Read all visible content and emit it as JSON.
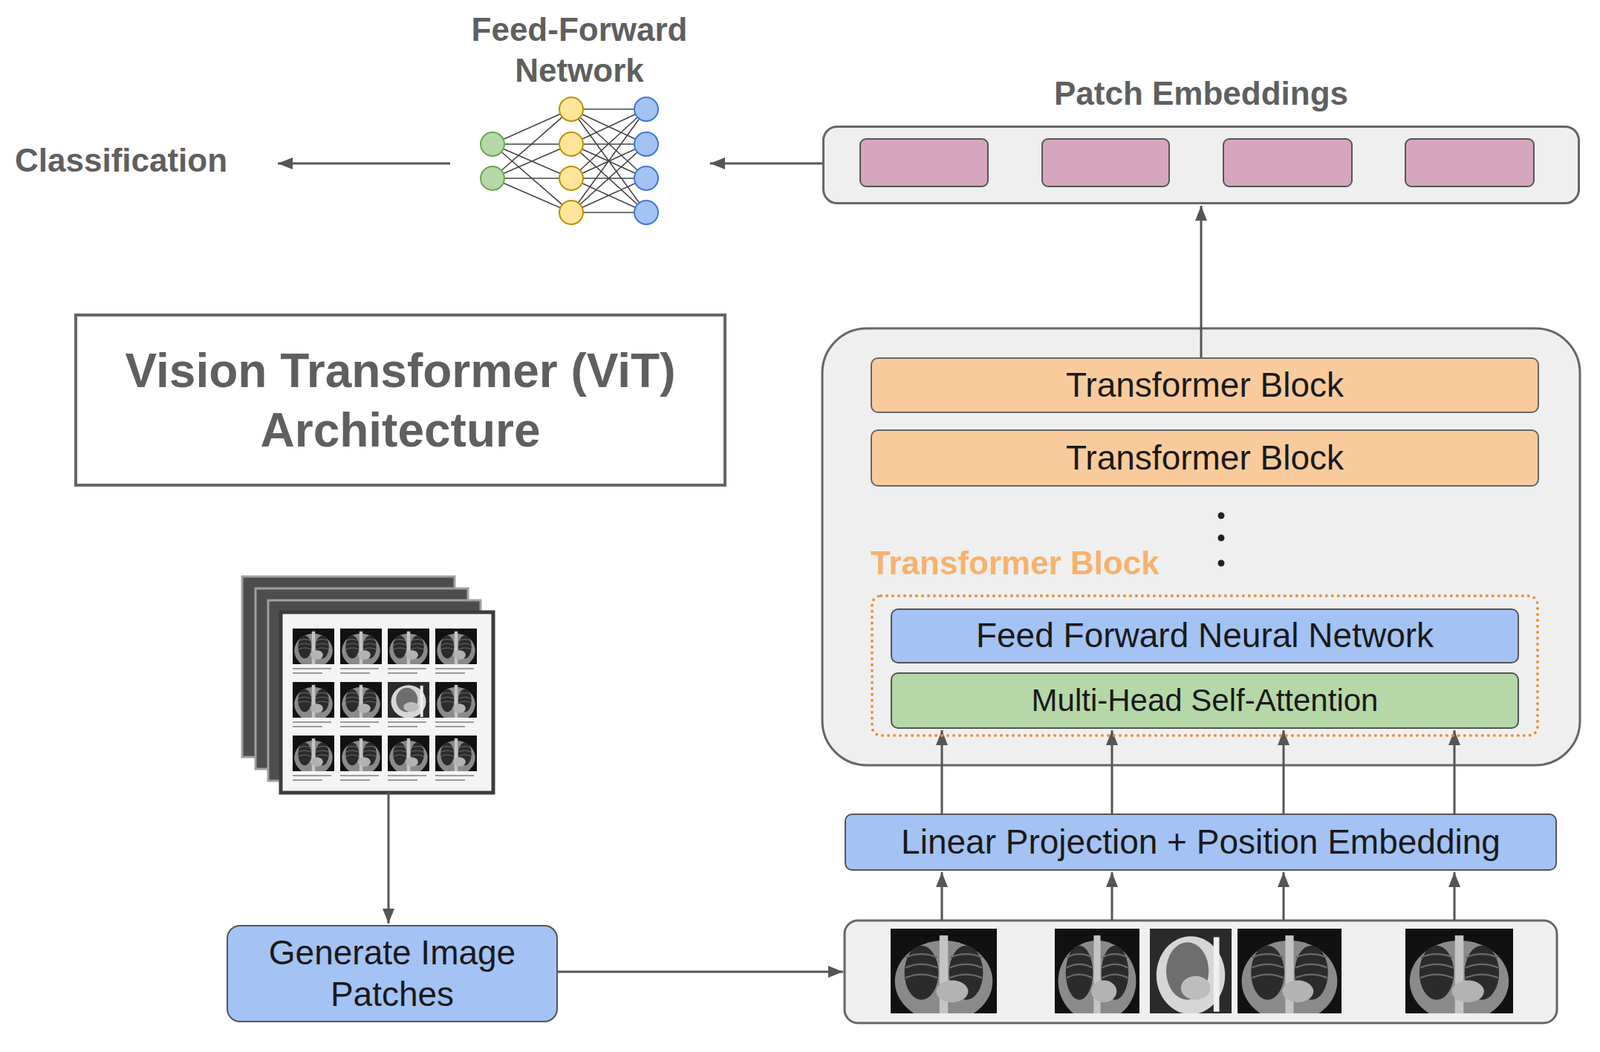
{
  "diagram": {
    "title": "Vision Transformer (ViT) Architecture",
    "nodes": [
      {
        "text": [
          "Classification"
        ]
      },
      {
        "text": [
          "Feed-Forward Network"
        ]
      },
      {
        "text": [
          "Patch Embeddings"
        ]
      },
      {
        "text": [
          "Transformer Block"
        ]
      },
      {
        "text": [
          "Transformer Block"
        ]
      },
      {
        "text": [
          "Transformer Block"
        ]
      },
      {
        "text": [
          "Feed Forward Neural Network"
        ],
        "in": 5
      },
      {
        "text": [
          "Multi-Head Self-Attention"
        ],
        "in": 5
      },
      {
        "text": [
          "Linear Projection + Position Embedding"
        ]
      },
      {
        "text": [
          "Generate Image Patches"
        ]
      }
    ],
    "edges": [
      {
        "from": 2,
        "to": 1,
        "arrow": "to"
      },
      {
        "from": 1,
        "to": 0,
        "arrow": "to"
      },
      {
        "from": 3,
        "to": 2,
        "arrow": "to"
      },
      {
        "from": 8,
        "to": 7,
        "arrow": "to"
      },
      {
        "from": 8,
        "to": 7,
        "arrow": "to"
      },
      {
        "from": 8,
        "to": 7,
        "arrow": "to"
      },
      {
        "from": 8,
        "to": 7,
        "arrow": "to"
      }
    ]
  }
}
